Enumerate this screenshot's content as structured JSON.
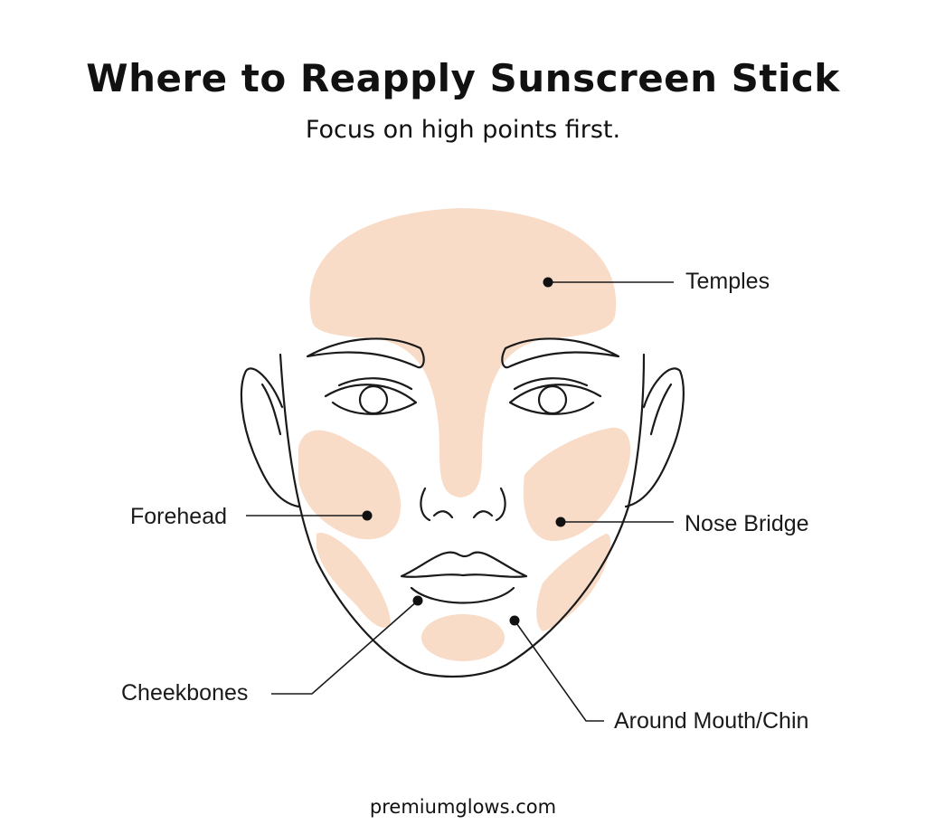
{
  "header": {
    "title": "Where to Reapply Sunscreen Stick",
    "subtitle": "Focus on high points first."
  },
  "colors": {
    "highlight": "#F8DCC8",
    "line": "#1a1a1a",
    "background": "#ffffff"
  },
  "labels": {
    "temples": "Temples",
    "forehead": "Forehead",
    "nose_bridge": "Nose Bridge",
    "cheekbones": "Cheekbones",
    "around_mouth_chin": "Around Mouth/Chin"
  },
  "footer": {
    "website": "premiumglows.com"
  }
}
